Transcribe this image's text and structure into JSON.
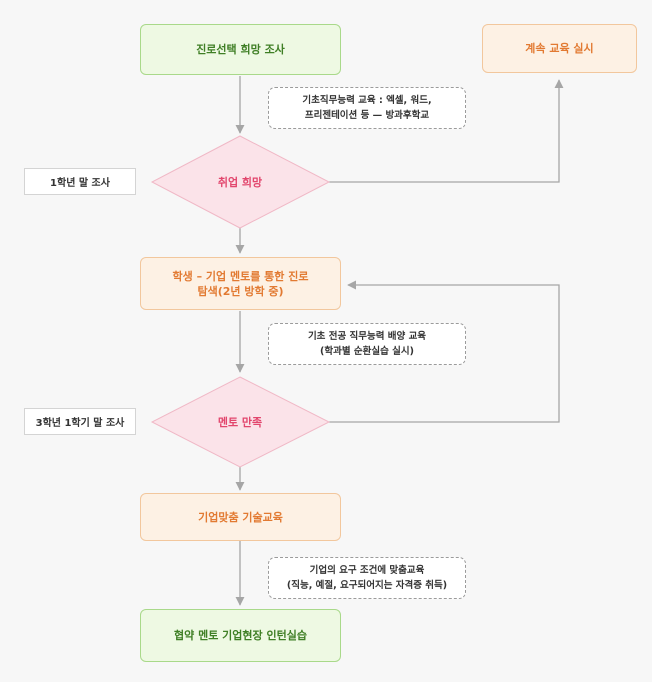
{
  "nodes": {
    "survey": "진로선택 희망 조사",
    "continue_edu": "계속 교육 실시",
    "decision_job": "취업 희망",
    "mentor_explore": [
      "학생 – 기업 멘토를 통한 진로",
      "탐색(2년 방학 중)"
    ],
    "decision_mentor": "멘토 만족",
    "custom_training": "기업맞춤 기술교육",
    "internship": "협약 멘토 기업현장 인턴실습"
  },
  "notes": {
    "basic_skills": [
      "기초직무능력 교육 : 엑셀, 워드,",
      "프리젠테이션 등 — 방과후학교"
    ],
    "major_skills": [
      "기초 전공 직무능력 배양 교육",
      "(학과별 순환실습 실시)"
    ],
    "custom_edu": [
      "기업의 요구 조건에 맞춤교육",
      "(직능, 예절, 요구되어지는 자격증 취득)"
    ]
  },
  "side_labels": {
    "year1": "1학년 말 조사",
    "year3": "3학년 1학기 말 조사"
  },
  "colors": {
    "green_fill": "#eef9e3",
    "green_border": "#a9d98a",
    "orange_fill": "#fdf1e4",
    "orange_border": "#f2c79d",
    "diamond_fill": "#fbe3e9",
    "diamond_border": "#f0b8c6",
    "arrow": "#a6a6a6"
  }
}
